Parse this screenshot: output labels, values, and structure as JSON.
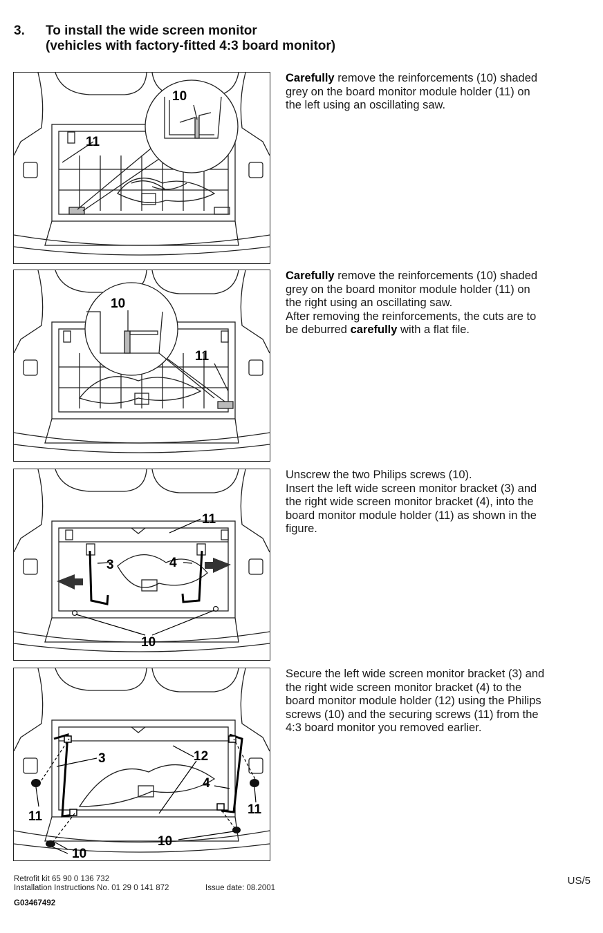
{
  "heading": {
    "number": "3.",
    "line1": "To install the wide screen monitor",
    "line2": "(vehicles with factory-fitted 4:3 board monitor)"
  },
  "steps": [
    {
      "callouts": [
        "10",
        "11"
      ],
      "text": [
        [
          "Carefully",
          " remove the reinforcements (10) shaded"
        ],
        [
          "grey on the board monitor module holder (11) on"
        ],
        [
          "the left using an oscillating saw."
        ]
      ]
    },
    {
      "callouts": [
        "10",
        "11"
      ],
      "text": [
        [
          "Carefully",
          " remove the reinforcements (10) shaded"
        ],
        [
          "grey on the board monitor module holder (11) on"
        ],
        [
          "the right using an oscillating saw."
        ],
        [
          "After removing the reinforcements, the cuts are to"
        ],
        [
          "be deburred ",
          "carefully",
          " with a flat file."
        ]
      ]
    },
    {
      "callouts": [
        "11",
        "3",
        "4",
        "10"
      ],
      "text": [
        [
          "Unscrew the two Philips screws (10)."
        ],
        [
          "Insert the left wide screen monitor bracket (3) and"
        ],
        [
          "the right wide screen monitor bracket (4), into the"
        ],
        [
          "board monitor module holder (11) as shown in the"
        ],
        [
          "figure."
        ]
      ]
    },
    {
      "callouts": [
        "3",
        "12",
        "4",
        "11",
        "11",
        "10",
        "10"
      ],
      "text": [
        [
          "Secure the left wide screen monitor bracket (3) and"
        ],
        [
          "the right wide screen monitor bracket (4) to the"
        ],
        [
          "board monitor module holder (12) using the Philips"
        ],
        [
          "screws (10) and the securing screws (11) from the"
        ],
        [
          "4:3 board monitor you removed earlier."
        ]
      ]
    }
  ],
  "footer": {
    "line1": "Retrofit kit 65 90 0 136 732",
    "line2": "Installation Instructions No. 01 29 0 141 872",
    "issue": "Issue date: 08.2001",
    "page": "US/5",
    "doc_id": "G03467492"
  }
}
